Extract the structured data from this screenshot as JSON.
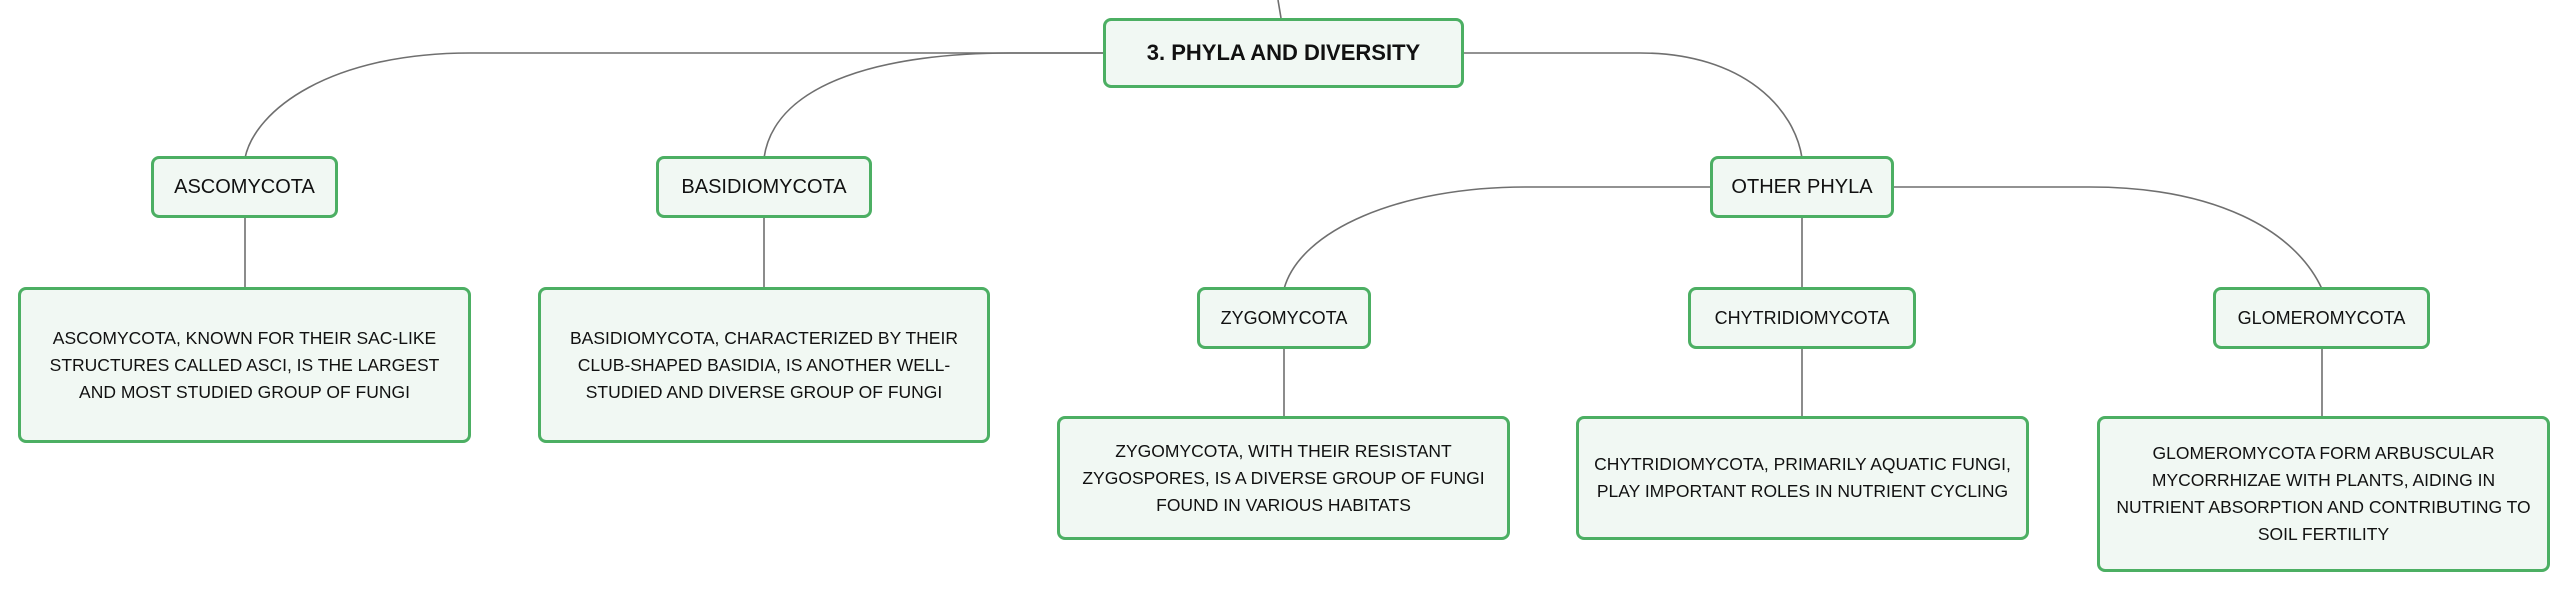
{
  "root": {
    "label": "3. PHYLA AND DIVERSITY"
  },
  "branches": {
    "ascomycota": {
      "label": "ASCOMYCOTA",
      "description": "ASCOMYCOTA, KNOWN FOR THEIR SAC-LIKE STRUCTURES CALLED ASCI, IS THE LARGEST AND MOST STUDIED GROUP OF FUNGI"
    },
    "basidiomycota": {
      "label": "BASIDIOMYCOTA",
      "description": "BASIDIOMYCOTA, CHARACTERIZED BY THEIR CLUB-SHAPED BASIDIA, IS ANOTHER WELL-STUDIED AND DIVERSE GROUP OF FUNGI"
    },
    "other_phyla": {
      "label": "OTHER PHYLA",
      "children": {
        "zygomycota": {
          "label": "ZYGOMYCOTA",
          "description": "ZYGOMYCOTA, WITH THEIR RESISTANT ZYGOSPORES, IS A DIVERSE GROUP OF FUNGI FOUND IN VARIOUS HABITATS"
        },
        "chytridiomycota": {
          "label": "CHYTRIDIOMYCOTA",
          "description": "CHYTRIDIOMYCOTA, PRIMARILY AQUATIC FUNGI, PLAY IMPORTANT ROLES IN NUTRIENT CYCLING"
        },
        "glomeromycota": {
          "label": "GLOMEROMYCOTA",
          "description": "GLOMEROMYCOTA FORM ARBUSCULAR MYCORRHIZAE WITH PLANTS, AIDING IN NUTRIENT ABSORPTION AND CONTRIBUTING TO SOIL FERTILITY"
        }
      }
    }
  },
  "colors": {
    "node_border": "#4caf63",
    "node_fill": "#f1f8f3",
    "connector": "#6f6f6f",
    "text": "#111111"
  }
}
